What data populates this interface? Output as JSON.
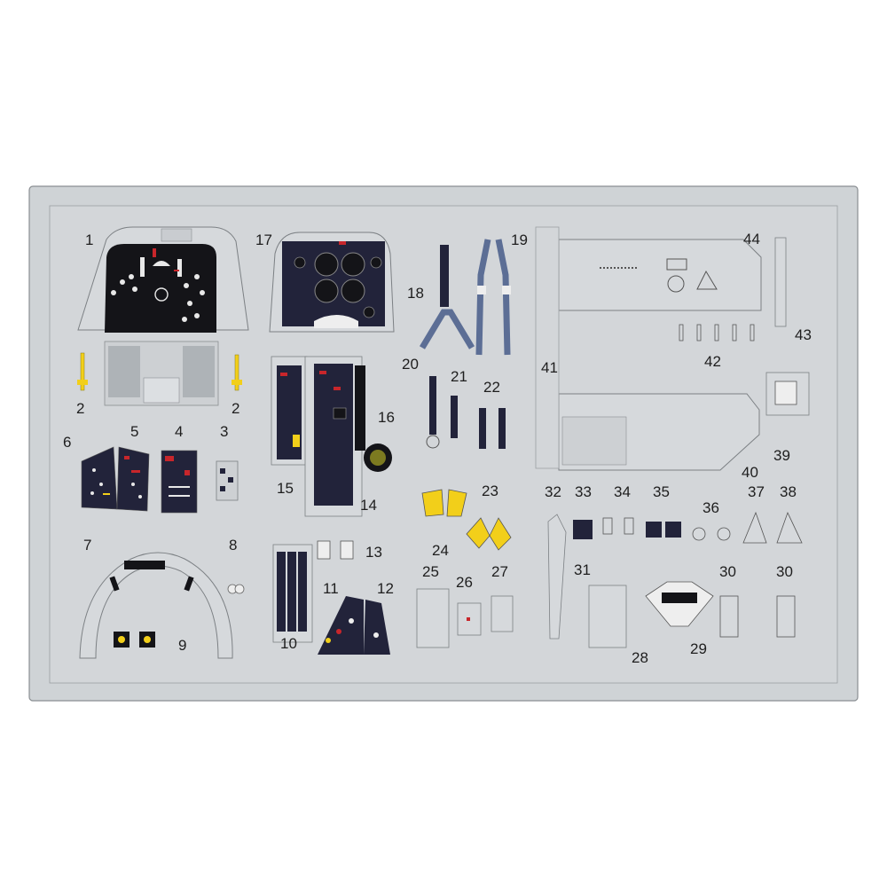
{
  "sheet": {
    "colors": {
      "fret": "#cfd3d6",
      "fret_edge": "#8a8e92",
      "part": "#d6d9dc",
      "panel_dark": "#141418",
      "panel_navy": "#22233a",
      "yellow": "#f2cf1a",
      "red": "#c8262b",
      "seatbelt_blue": "#5c6e95",
      "olive": "#7c7a20"
    },
    "labels": [
      {
        "id": "p1",
        "text": "1"
      },
      {
        "id": "p2a",
        "text": "2"
      },
      {
        "id": "p2b",
        "text": "2"
      },
      {
        "id": "p3",
        "text": "3"
      },
      {
        "id": "p4",
        "text": "4"
      },
      {
        "id": "p5",
        "text": "5"
      },
      {
        "id": "p6",
        "text": "6"
      },
      {
        "id": "p7",
        "text": "7"
      },
      {
        "id": "p8",
        "text": "8"
      },
      {
        "id": "p9",
        "text": "9"
      },
      {
        "id": "p10",
        "text": "10"
      },
      {
        "id": "p11",
        "text": "11"
      },
      {
        "id": "p12",
        "text": "12"
      },
      {
        "id": "p13",
        "text": "13"
      },
      {
        "id": "p14",
        "text": "14"
      },
      {
        "id": "p15",
        "text": "15"
      },
      {
        "id": "p16",
        "text": "16"
      },
      {
        "id": "p17",
        "text": "17"
      },
      {
        "id": "p18",
        "text": "18"
      },
      {
        "id": "p19",
        "text": "19"
      },
      {
        "id": "p20",
        "text": "20"
      },
      {
        "id": "p21",
        "text": "21"
      },
      {
        "id": "p22",
        "text": "22"
      },
      {
        "id": "p23",
        "text": "23"
      },
      {
        "id": "p24",
        "text": "24"
      },
      {
        "id": "p25",
        "text": "25"
      },
      {
        "id": "p26",
        "text": "26"
      },
      {
        "id": "p27",
        "text": "27"
      },
      {
        "id": "p28",
        "text": "28"
      },
      {
        "id": "p29",
        "text": "29"
      },
      {
        "id": "p30a",
        "text": "30"
      },
      {
        "id": "p30b",
        "text": "30"
      },
      {
        "id": "p31",
        "text": "31"
      },
      {
        "id": "p32",
        "text": "32"
      },
      {
        "id": "p33",
        "text": "33"
      },
      {
        "id": "p34",
        "text": "34"
      },
      {
        "id": "p35",
        "text": "35"
      },
      {
        "id": "p36",
        "text": "36"
      },
      {
        "id": "p37",
        "text": "37"
      },
      {
        "id": "p38",
        "text": "38"
      },
      {
        "id": "p39",
        "text": "39"
      },
      {
        "id": "p40",
        "text": "40"
      },
      {
        "id": "p41",
        "text": "41"
      },
      {
        "id": "p42",
        "text": "42"
      },
      {
        "id": "p43",
        "text": "43"
      },
      {
        "id": "p44",
        "text": "44"
      }
    ]
  }
}
